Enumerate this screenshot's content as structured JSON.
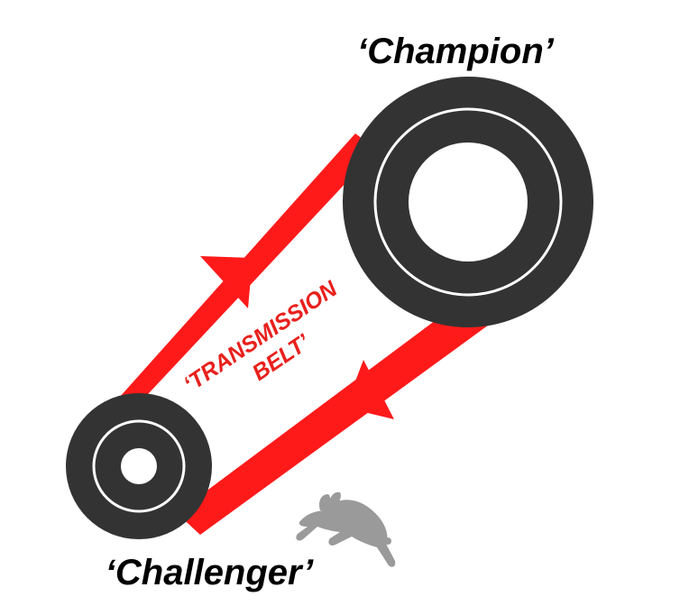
{
  "labels": {
    "champion": "‘Champion’",
    "challenger": "‘Challenger’",
    "belt_line1": "‘TRANSMISSION",
    "belt_line2": "BELT’"
  },
  "colors": {
    "belt": "#ff1a1a",
    "wheel": "#333333",
    "wheel_ring": "#ffffff",
    "belt_text": "#e8201c",
    "rabbit": "#9a9a9a"
  },
  "icons": {
    "rabbit": "rabbit-icon"
  }
}
